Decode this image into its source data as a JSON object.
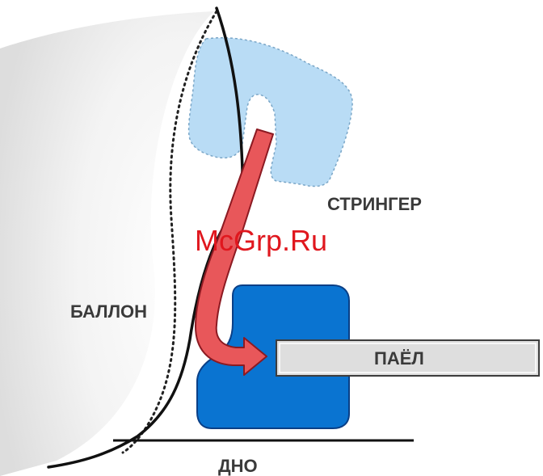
{
  "labels": {
    "stringer": "СТРИНГЕР",
    "balloon": "БАЛЛОН",
    "floor": "ПАЁЛ",
    "bottom": "ДНО"
  },
  "watermark": "McGrp.Ru",
  "colors": {
    "stringer_fill": "#b9dcf5",
    "block_fill": "#0a74d1",
    "arrow_fill": "#e8575a",
    "arrow_stroke": "#8c1a22",
    "floor_fill": "#dedede",
    "line": "#111111",
    "watermark": "#e0171e"
  }
}
